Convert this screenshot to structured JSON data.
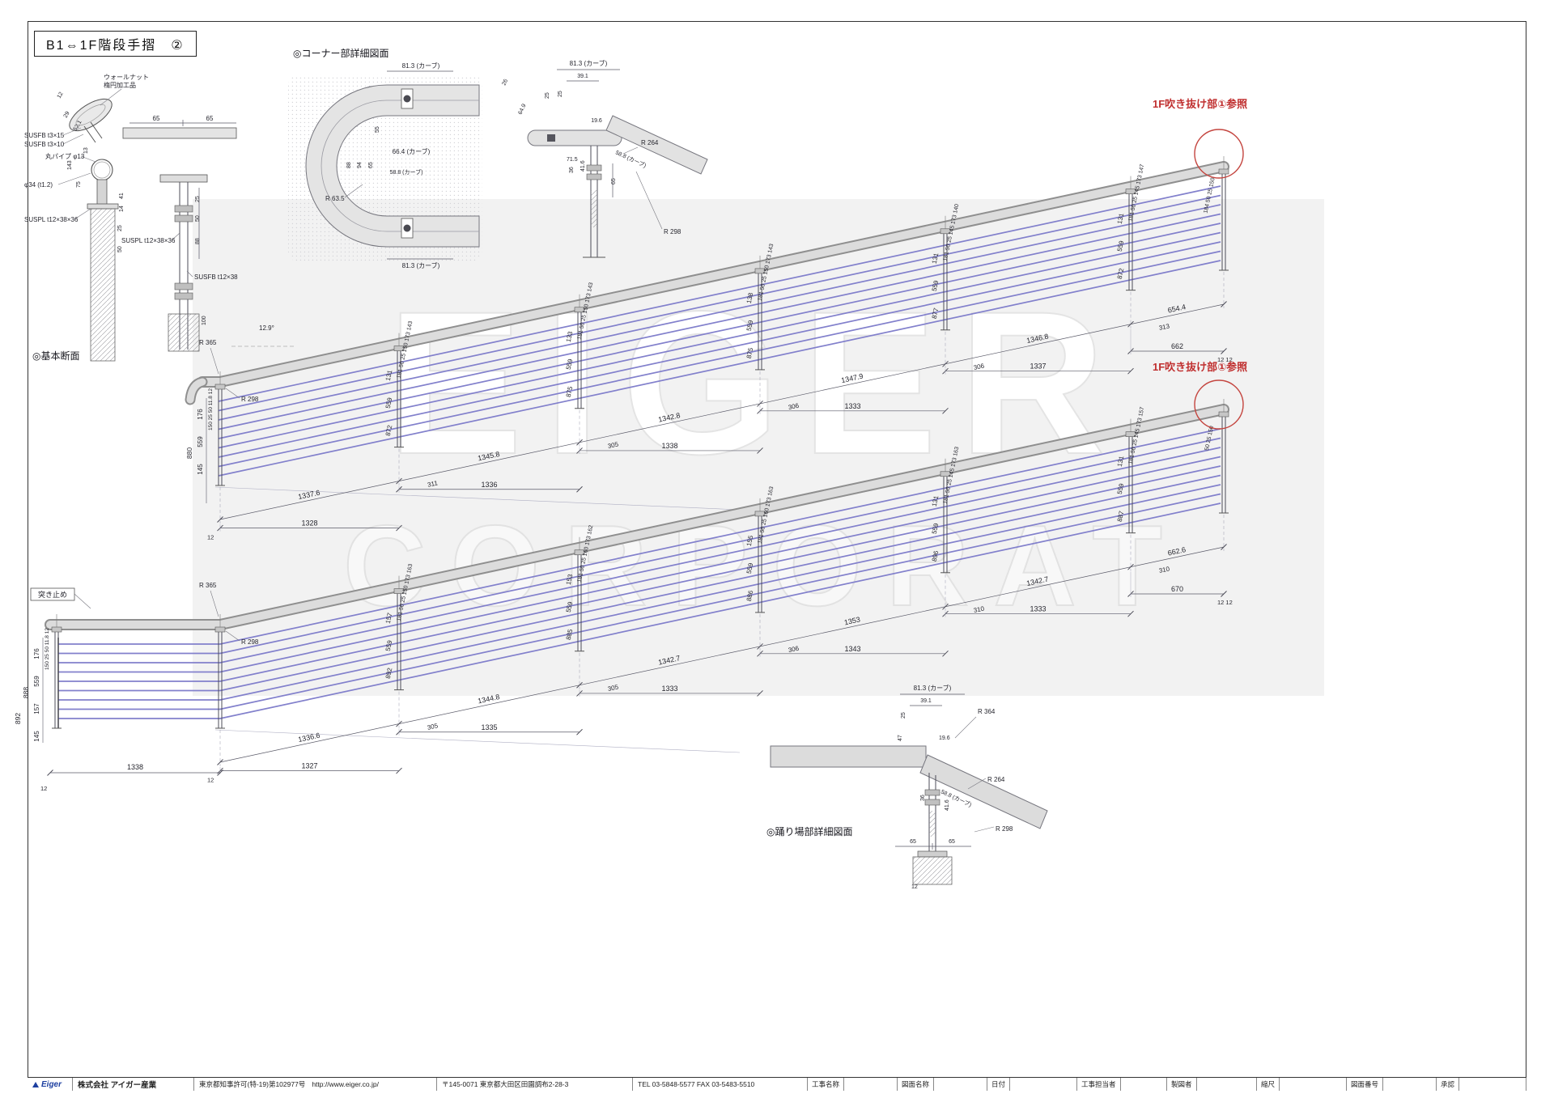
{
  "sheet": {
    "title": "B1⇔1F階段手摺　②"
  },
  "watermark": {
    "line1": "EIGER",
    "line2": "CORPORAT"
  },
  "labels": {
    "corner_detail_title": "◎コーナー部詳細図面",
    "basic_section_title": "◎基本断面",
    "landing_detail_title": "◎踊り場部詳細図面",
    "stopper_note": "突き止め",
    "void_ref_note_1": "1F吹き抜け部①参照",
    "void_ref_note_2": "1F吹き抜け部①参照"
  },
  "colors": {
    "cable": "#8280cc",
    "rail_fill": "#dcdcdc",
    "rail_edge": "#8f8f8f",
    "red": "#c4453f"
  },
  "section_detail": {
    "walnut_1": "ウォールナット",
    "walnut_2": "楕円加工品",
    "susfb_3x15": "SUSFB t3×15",
    "susfb_3x10": "SUSFB t3×10",
    "pipe": "丸パイプ φ13",
    "phi34": "φ34 (t1.2)",
    "suspl_1": "SUSPL t12×38×36",
    "suspl_2": "SUSPL t12×38×36",
    "susfb_12x38": "SUSFB t12×38",
    "dims": [
      "65",
      "65",
      "143",
      "75",
      "13",
      "29",
      "52.1",
      "41",
      "14",
      "25",
      "50",
      "12",
      "25",
      "50",
      "88",
      "100"
    ]
  },
  "corner1": {
    "dims": [
      "81.3 (カーブ)",
      "66.4 (カーブ)",
      "58.8 (カーブ)",
      "R 63.5",
      "81.3 (カーブ)",
      "55",
      "94",
      "65",
      "88"
    ]
  },
  "corner2": {
    "dims": [
      "81.3 (カーブ)",
      "39.1",
      "25",
      "19.6",
      "71.5",
      "58.8 (カーブ)",
      "R 264",
      "R 298",
      "65",
      "41.6",
      "36",
      "64.9",
      "26",
      "25"
    ]
  },
  "landing": {
    "dims": [
      "81.3 (カーブ)",
      "39.1",
      "25",
      "47",
      "R 364",
      "19.6",
      "R 264",
      "58.8 (カーブ)",
      "R 298",
      "36",
      "41.6",
      "65",
      "65",
      "12"
    ]
  },
  "runs": {
    "upper": {
      "angle": "12.9°",
      "r_outer": "R 365",
      "r_inner": "R 298",
      "left_outer": "880",
      "left_vals": [
        "176",
        "559",
        "145"
      ],
      "left_cluster": "150 25 50 11.8 12",
      "sloped": [
        "1337.6",
        "1345.8",
        "1342.8",
        "1347.9",
        "1346.8",
        "654.4"
      ],
      "horiz": [
        "1328",
        "1336",
        "1338",
        "1333",
        "1337",
        "662"
      ],
      "start_small": "12",
      "end_small": "12 12",
      "end_stack": "184 50 25 150",
      "posts": [
        null,
        {
          "stack": [
            "131",
            "559",
            "872"
          ],
          "top": "181 50 25 150 173 143",
          "foot": "311"
        },
        {
          "stack": [
            "133",
            "559",
            "875"
          ],
          "top": "181 50 25 150 173 143",
          "foot": "305"
        },
        {
          "stack": [
            "138",
            "559",
            "875"
          ],
          "top": "181 50 25 150 173 143",
          "foot": "306"
        },
        {
          "stack": [
            "131",
            "559",
            "877"
          ],
          "top": "181 50 25 145 173 140",
          "foot": "306"
        },
        {
          "stack": [
            "131",
            "559",
            "872"
          ],
          "top": "181 50 25 145 173 147",
          "foot": "313"
        },
        null
      ]
    },
    "lower": {
      "r_outer": "R 365",
      "r_inner": "R 298",
      "left_outer": "888",
      "left_outer2": "892",
      "left_vals": [
        "176",
        "559",
        "157",
        "145"
      ],
      "left_cluster": "150 25 50 11.8 12",
      "left_bottom": "1338",
      "left_bottom_small": "12",
      "sloped": [
        "1336.6",
        "1344.8",
        "1342.7",
        "1353",
        "1342.7",
        "662.6"
      ],
      "horiz": [
        "1327",
        "1335",
        "1333",
        "1343",
        "1333",
        "670"
      ],
      "start_small": "12",
      "end_small": "12 12",
      "end_stack": "50 25 150",
      "posts": [
        null,
        {
          "stack": [
            "157",
            "559",
            "892"
          ],
          "top": "181 50 25 150 173 163",
          "foot": "305"
        },
        {
          "stack": [
            "153",
            "559",
            "885"
          ],
          "top": "181 50 25 160 173 162",
          "foot": "305"
        },
        {
          "stack": [
            "155",
            "559",
            "886"
          ],
          "top": "181 50 25 160 173 163",
          "foot": "306"
        },
        {
          "stack": [
            "131",
            "559",
            "896"
          ],
          "top": "181 50 25 145 173 163",
          "foot": "310"
        },
        {
          "stack": [
            "131",
            "559",
            "887"
          ],
          "top": "181 50 25 145 173 157",
          "foot": "310"
        },
        null
      ]
    }
  },
  "titleblock": {
    "logo": "Eiger",
    "company": "株式会社  アイガー産業",
    "license": "東京都知事許可(特-19)第102977号",
    "url": "http://www.eiger.co.jp/",
    "address": "〒145-0071  東京都大田区田園調布2-28-3",
    "tel": "TEL 03-5848-5577   FAX 03-5483-5510",
    "fields": [
      "工事名称",
      "図面名称",
      "日付",
      "工事担当者",
      "製図者",
      "縮尺",
      "図面番号",
      "承認"
    ]
  }
}
